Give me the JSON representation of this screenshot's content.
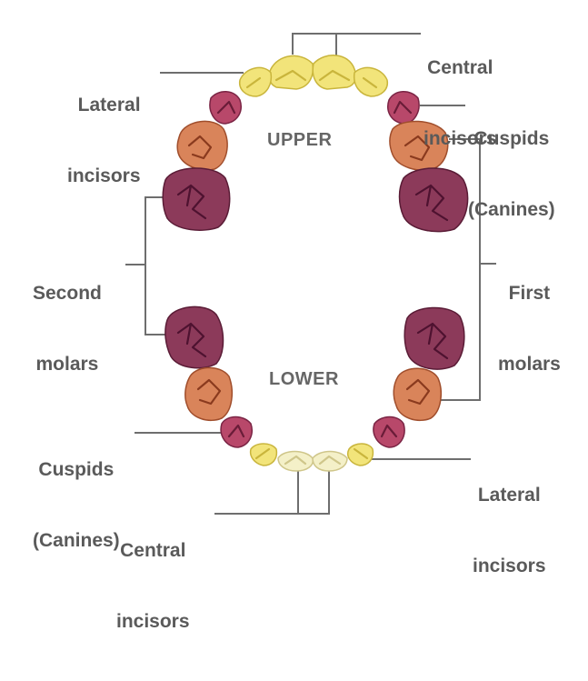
{
  "jaws": {
    "upper": "UPPER",
    "lower": "LOWER"
  },
  "labels": {
    "upper_central_incisors": {
      "line1": "Central",
      "line2": "incisors"
    },
    "upper_lateral_incisors": {
      "line1": "Lateral",
      "line2": "incisors"
    },
    "upper_cuspids": {
      "line1": "Cuspids",
      "line2": "(Canines)"
    },
    "second_molars": {
      "line1": "Second",
      "line2": "molars"
    },
    "first_molars": {
      "line1": "First",
      "line2": "molars"
    },
    "lower_cuspids": {
      "line1": "Cuspids",
      "line2": "(Canines)"
    },
    "lower_lateral_incisors": {
      "line1": "Lateral",
      "line2": "incisors"
    },
    "lower_central_incisors": {
      "line1": "Central",
      "line2": "incisors"
    }
  },
  "colors": {
    "incisor_upper": "#f2e47a",
    "incisor_lower": "#f4f0c8",
    "canine": "#b8486a",
    "first_molar": "#d9845a",
    "second_molar": "#8c3a5a",
    "leader_line": "#6e6e6e",
    "label_text": "#5a5a5a"
  }
}
